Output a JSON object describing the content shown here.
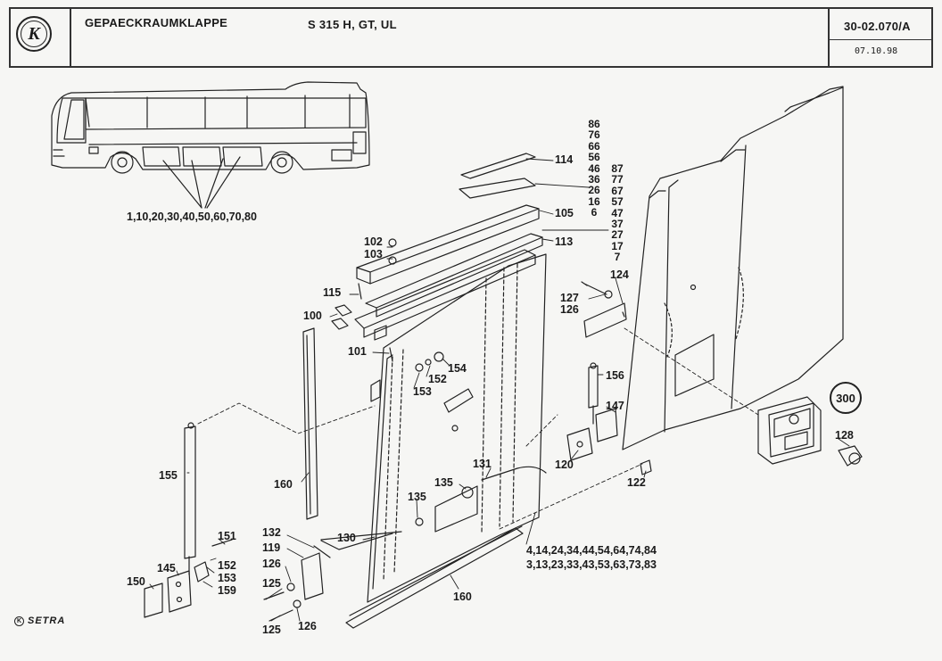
{
  "header": {
    "logo_letter": "K",
    "title": "GEPAECKRAUMKLAPPE",
    "model": "S 315 H, GT, UL",
    "doc_number": "30-02.070/A",
    "date": "07.10.98"
  },
  "brand": {
    "logo_letter": "K",
    "name": "SETRA"
  },
  "callouts": {
    "bus_positions": "1,10,20,30,40,50,60,70,80",
    "stack_left": [
      "86",
      "76",
      "66",
      "56",
      "46",
      "36",
      "26",
      "16",
      "6"
    ],
    "stack_right": [
      "87",
      "77",
      "67",
      "57",
      "47",
      "37",
      "27",
      "17",
      "7"
    ],
    "p114": "114",
    "p105": "105",
    "p113": "113",
    "p102": "102",
    "p103": "103",
    "p115": "115",
    "p100": "100",
    "p101": "101",
    "p154": "154",
    "p152a": "152",
    "p153a": "153",
    "p124": "124",
    "p127": "127",
    "p126a": "126",
    "p156": "156",
    "p147": "147",
    "p120": "120",
    "p122": "122",
    "p300": "300",
    "p128": "128",
    "p131": "131",
    "p135a": "135",
    "p135b": "135",
    "p160a": "160",
    "p155": "155",
    "p130": "130",
    "p132": "132",
    "p119": "119",
    "p126b": "126",
    "p125a": "125",
    "p125b": "125",
    "p126c": "126",
    "p151": "151",
    "p152b": "152",
    "p153b": "153",
    "p159": "159",
    "p145": "145",
    "p150": "150",
    "p160b": "160",
    "list_line1": "4,14,24,34,44,54,64,74,84",
    "list_line2": "3,13,23,33,43,53,63,73,83"
  }
}
